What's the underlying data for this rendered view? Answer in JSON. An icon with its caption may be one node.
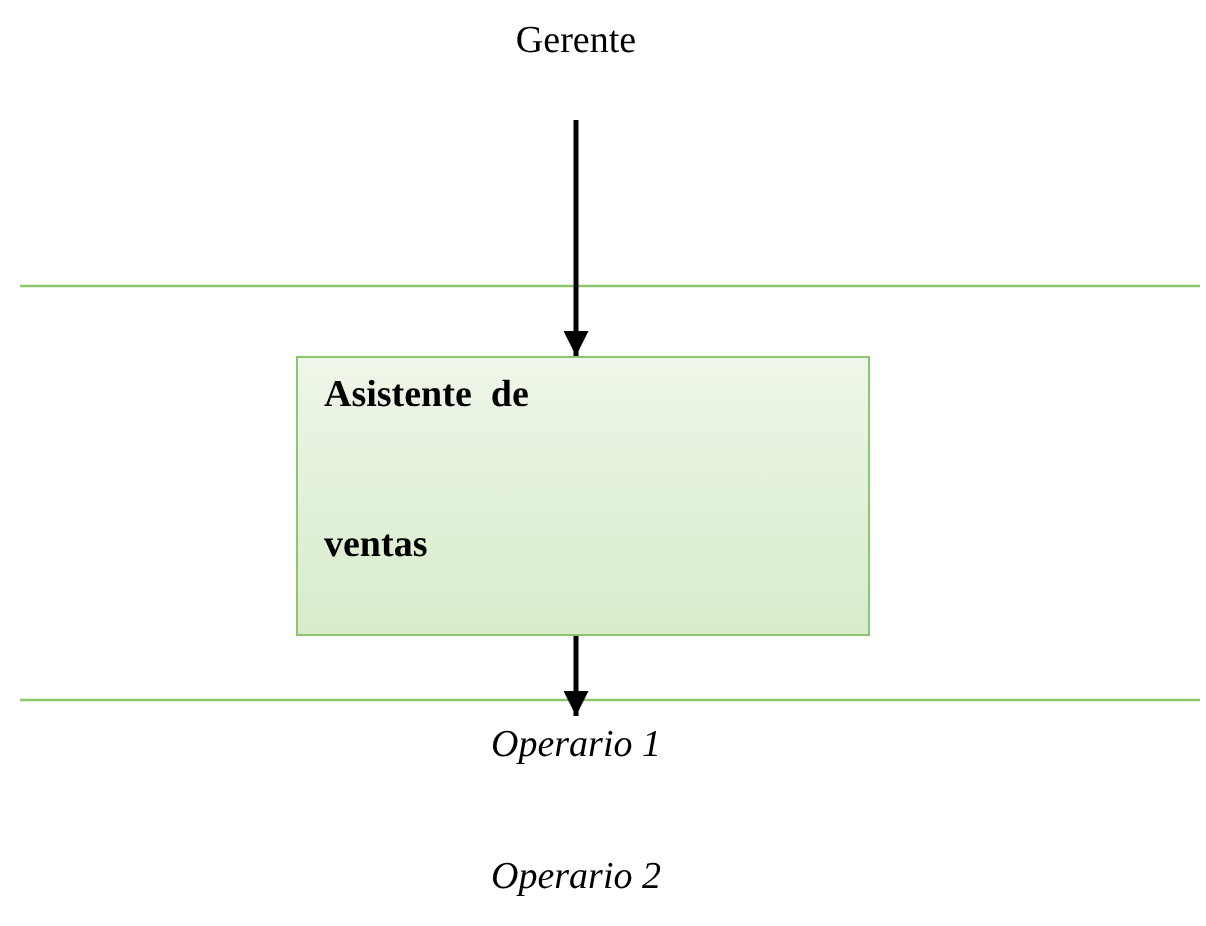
{
  "diagram": {
    "nodes": [
      {
        "text": [
          "Gerente"
        ]
      },
      {
        "text": [
          "Asistente  de",
          "ventas"
        ]
      },
      {
        "text": [
          "Operario 1"
        ]
      }
    ],
    "edges": [
      {
        "from": 0,
        "to": 1,
        "arrow": "to"
      },
      {
        "from": 1,
        "to": 2,
        "arrow": "to"
      }
    ],
    "labels": [
      "Operario 2"
    ]
  }
}
